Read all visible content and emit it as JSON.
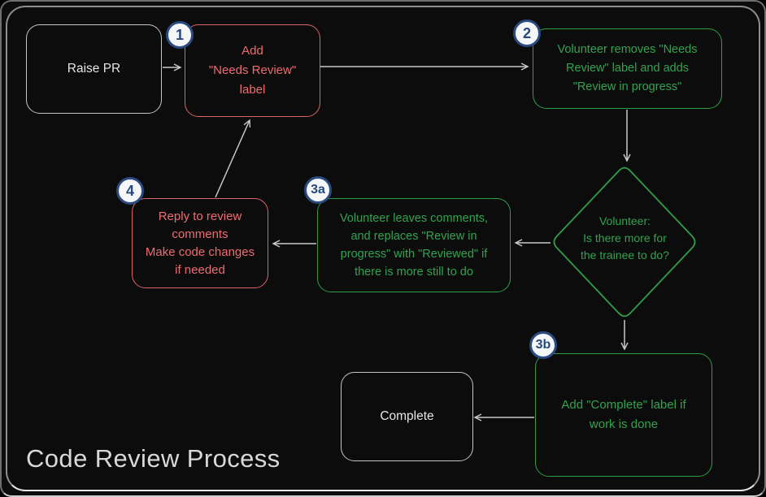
{
  "title": "Code Review Process",
  "colors": {
    "background": "#0c0c0d",
    "frame_border": "#8d8d8d",
    "white_node": "#c6c6c6",
    "red_node": "#ee6c70",
    "green_node": "#2f9e48",
    "badge_fill": "#f4f6f8",
    "badge_blue": "#2b4a80",
    "arrow": "#c9c9c9"
  },
  "nodes": {
    "raise_pr": {
      "lines": [
        "Raise PR"
      ]
    },
    "add_needs_review": {
      "badge": "1",
      "lines": [
        "Add",
        "\"Needs Review\"",
        "label"
      ]
    },
    "volunteer_removes": {
      "badge": "2",
      "lines": [
        "Volunteer removes \"Needs",
        "Review\" label and adds",
        "\"Review in progress\""
      ]
    },
    "decision": {
      "lines": [
        "Volunteer:",
        "Is there more for",
        "the trainee to do?"
      ]
    },
    "volunteer_leaves": {
      "badge": "3a",
      "lines": [
        "Volunteer leaves comments,",
        "and replaces \"Review in",
        "progress\" with \"Reviewed\" if",
        "there is more still to do"
      ]
    },
    "reply_comments": {
      "badge": "4",
      "lines": [
        "Reply to review",
        "comments",
        "Make code changes",
        "if needed"
      ]
    },
    "add_complete": {
      "badge": "3b",
      "lines": [
        "Add \"Complete\" label if",
        "work is done"
      ]
    },
    "complete": {
      "lines": [
        "Complete"
      ]
    }
  },
  "edges": [
    {
      "from": "raise_pr",
      "to": "add_needs_review"
    },
    {
      "from": "add_needs_review",
      "to": "volunteer_removes"
    },
    {
      "from": "volunteer_removes",
      "to": "decision"
    },
    {
      "from": "decision",
      "to": "volunteer_leaves"
    },
    {
      "from": "volunteer_leaves",
      "to": "reply_comments"
    },
    {
      "from": "reply_comments",
      "to": "add_needs_review"
    },
    {
      "from": "decision",
      "to": "add_complete"
    },
    {
      "from": "add_complete",
      "to": "complete"
    }
  ]
}
